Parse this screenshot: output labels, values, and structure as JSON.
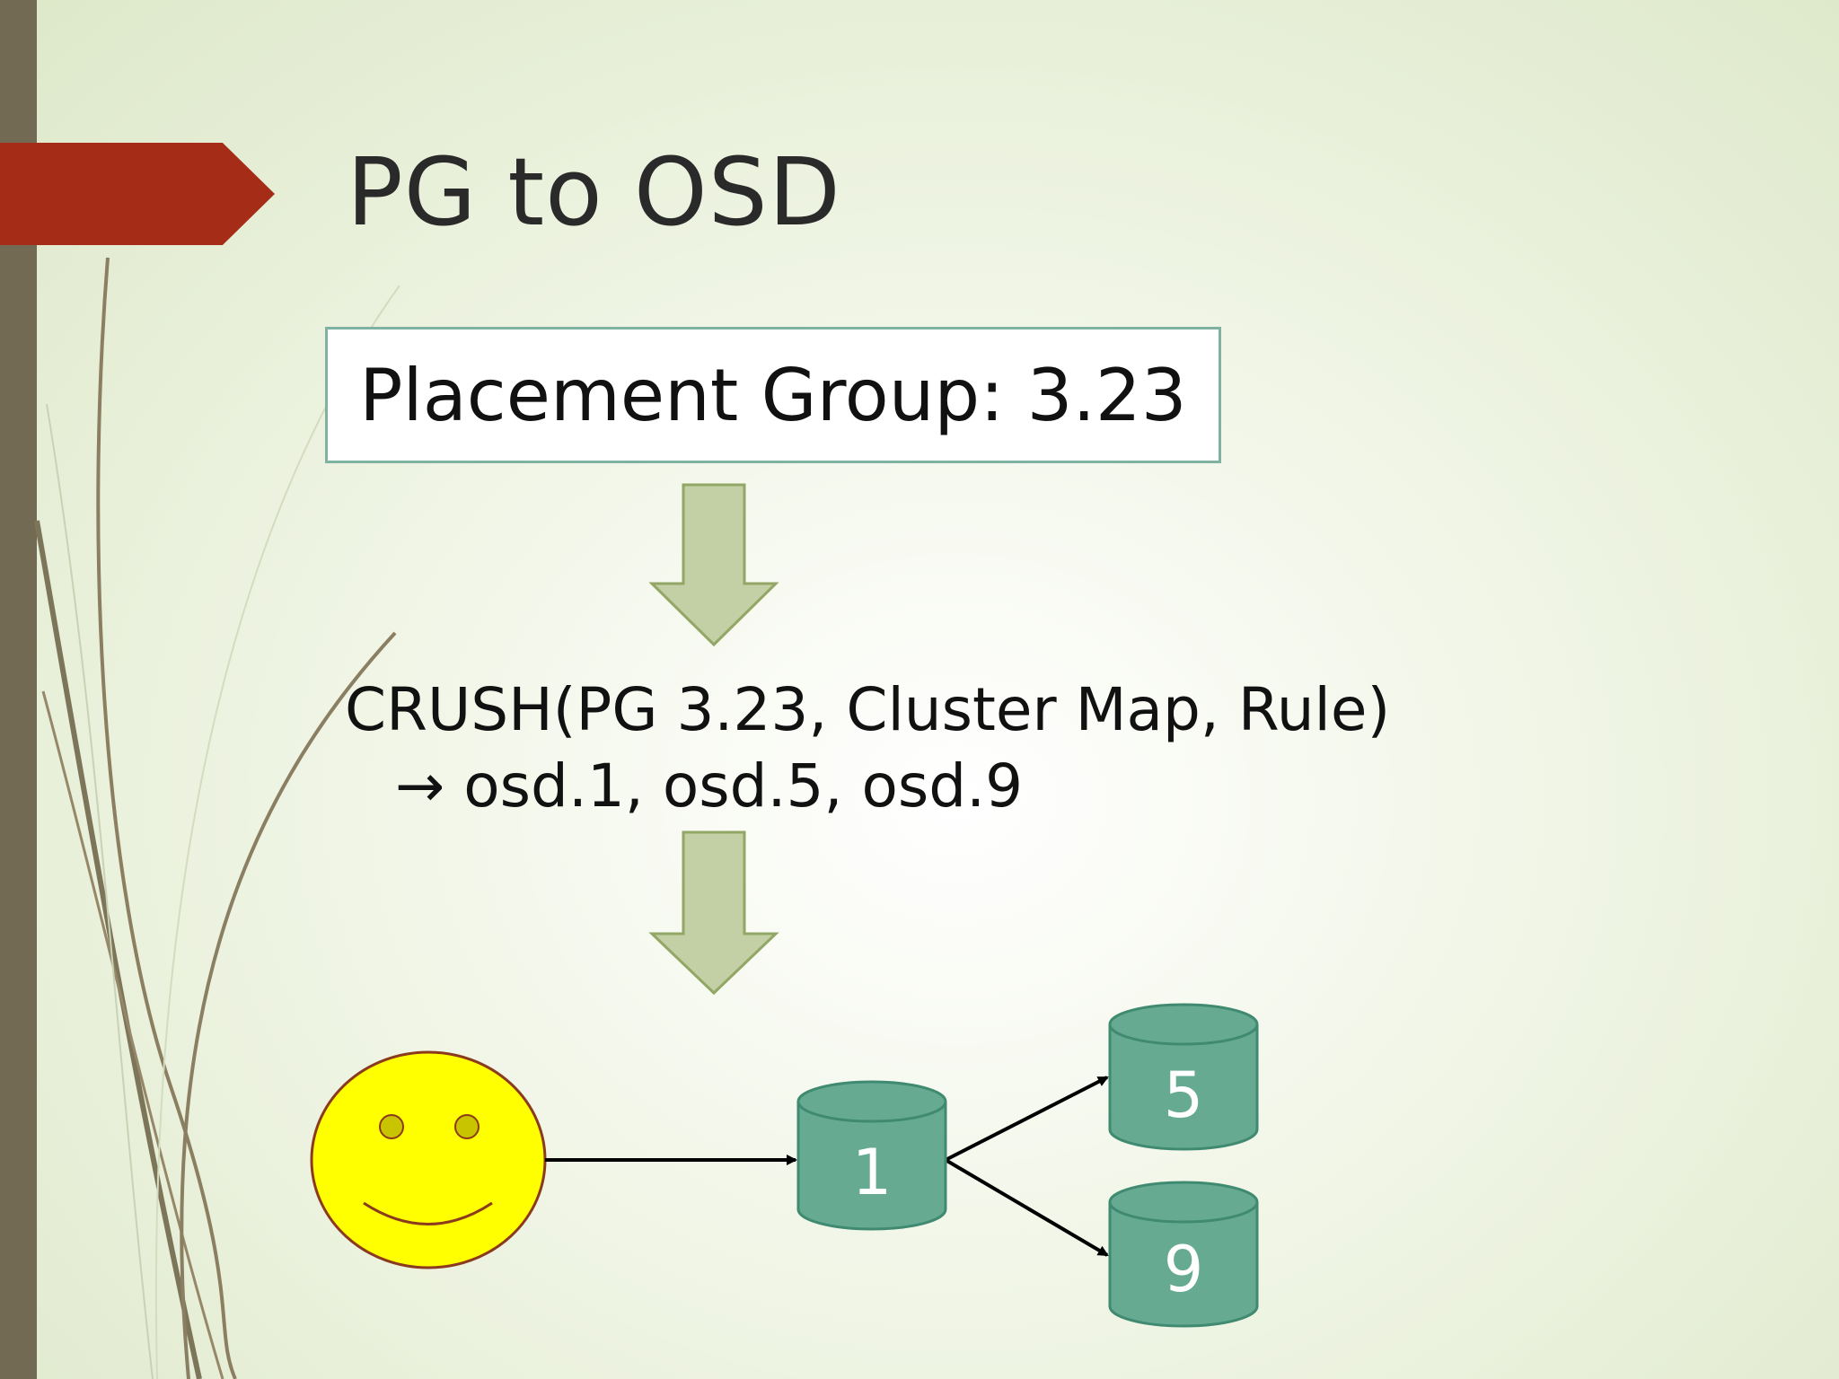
{
  "slide": {
    "title": "PG to OSD",
    "placement_group_box": "Placement Group: 3.23",
    "crush_line1": "CRUSH(PG 3.23, Cluster Map, Rule)",
    "crush_line2": "→ osd.1, osd.5, osd.9"
  },
  "diagram": {
    "nodes": [
      {
        "id": "client",
        "shape": "smiley-face",
        "label": ""
      },
      {
        "id": "osd1",
        "shape": "cylinder",
        "label": "1"
      },
      {
        "id": "osd5",
        "shape": "cylinder",
        "label": "5"
      },
      {
        "id": "osd9",
        "shape": "cylinder",
        "label": "9"
      }
    ],
    "edges": [
      {
        "from": "client",
        "to": "osd1"
      },
      {
        "from": "osd1",
        "to": "osd5"
      },
      {
        "from": "osd1",
        "to": "osd9"
      }
    ],
    "icons": [
      "down-arrow-icon",
      "down-arrow-icon",
      "smiley-face-icon"
    ]
  },
  "colors": {
    "accent_flag": "#a52c16",
    "side_bar": "#736a53",
    "box_border": "#7fb2a0",
    "arrow_fill": "#c3cfa5",
    "arrow_stroke": "#92a765",
    "cylinder_fill": "#67aa92",
    "cylinder_stroke": "#3f8a71",
    "smiley_fill": "#ffff00",
    "smiley_stroke": "#8b3a1d",
    "eye_fill": "#c9c400"
  }
}
